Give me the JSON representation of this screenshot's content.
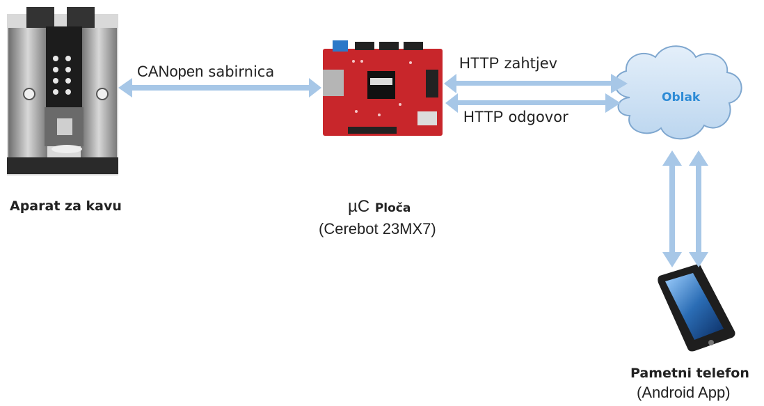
{
  "diagram": {
    "edges": [
      {
        "id": "coffee-to-board",
        "label_main": "CANopen",
        "label_rest": "sabirnica"
      },
      {
        "id": "board-to-cloud-request",
        "label_main": "HTTP",
        "label_rest": "zahtjev"
      },
      {
        "id": "cloud-to-board-response",
        "label_main": "HTTP",
        "label_rest": "odgovor"
      },
      {
        "id": "cloud-to-phone",
        "label_main": "",
        "label_rest": ""
      }
    ],
    "nodes": {
      "coffee_machine": {
        "label": "Aparat za kavu"
      },
      "board": {
        "label_prefix": "µC",
        "label_bold": "Ploča",
        "sublabel": "(Cerebot 23MX7)"
      },
      "cloud": {
        "label": "Oblak"
      },
      "phone": {
        "label": "Pametni telefon",
        "sublabel": "(Android App)"
      }
    }
  },
  "colors": {
    "arrow": "#a7c7e7",
    "cloud_fill": "#cfe2f3",
    "cloud_stroke": "#7fa7cf",
    "cloud_text": "#2d8bd6",
    "board_red": "#c8262b",
    "machine_body": "#9a9a9a",
    "phone_screen": "#3c7ec0"
  },
  "icons": [
    "coffee-machine-image",
    "microcontroller-board-image",
    "cloud-shape",
    "smartphone-image"
  ]
}
